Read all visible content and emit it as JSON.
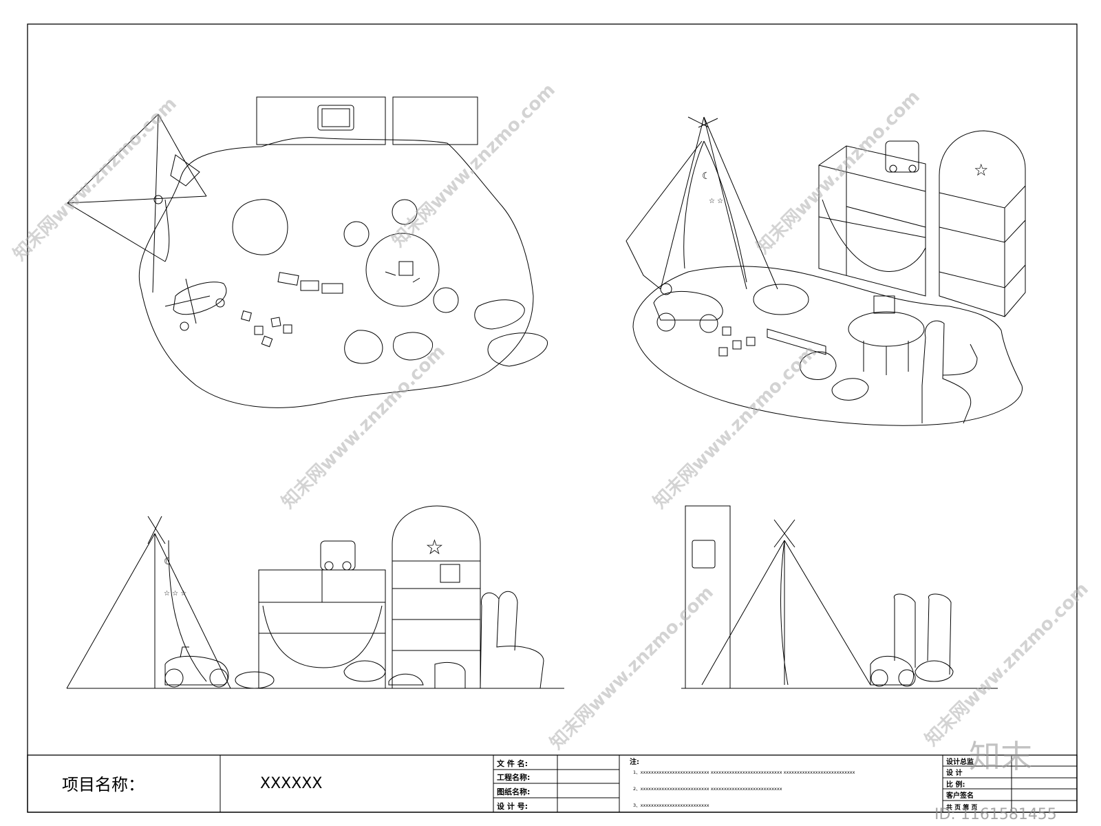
{
  "title_block": {
    "project_label": "项目名称：",
    "project_value": "XXXXXX",
    "file_name_label": "文 件 名:",
    "project_name_label": "工程名称:",
    "drawing_name_label": "图纸名称:",
    "design_no_label": "设 计 号:",
    "notes_label": "注:",
    "notes": [
      "1、xxxxxxxxxxxxxxxxxxxxxxxxxx   xxxxxxxxxxxxxxxxxxxxxxxxxxx   xxxxxxxxxxxxxxxxxxxxxxxxxxx",
      "2、xxxxxxxxxxxxxxxxxxxxxxxxxx   xxxxxxxxxxxxxxxxxxxxxxxxxxx",
      "3、xxxxxxxxxxxxxxxxxxxxxxxxxx"
    ],
    "right_labels": [
      "设计总监",
      "设 计",
      "比 例:",
      "客户签名",
      "共 页 第 页"
    ]
  },
  "watermark": {
    "site": "知末网www.znzmo.com",
    "logo": "知末",
    "id": "ID: 1161581455"
  }
}
